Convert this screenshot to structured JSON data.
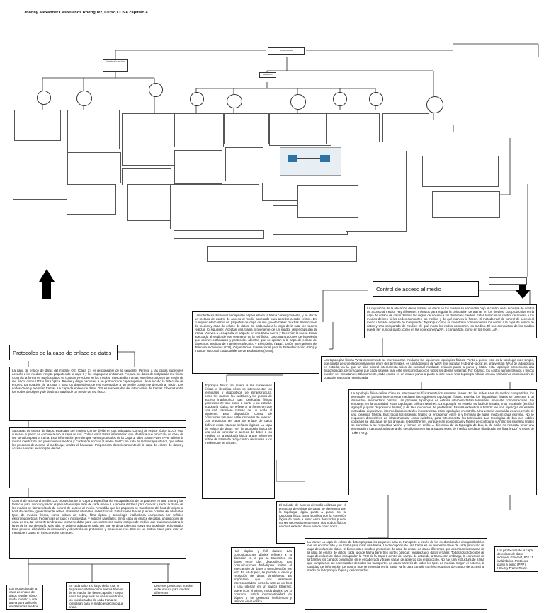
{
  "title": "Jhonny Alexander Castellanos Rodríguez, Curso CCNA capítulo 4",
  "top_map": {
    "root_label": "Acceso a la red",
    "left_node_label": "Protocolos de la capa física",
    "center_node_label": "Medios de red"
  },
  "lower": {
    "protocolos_header": "Protocolos de la capa de enlace de datos",
    "control_header": "Control de acceso al medio",
    "p1": "La capa de enlace de datos del modelo OSI (Capa 2), es responsable de lo siguiente: Permite a las capas superiores acceder a los medios. Acepta paquetes de la capa 3 y los empaqueta en tramas. Prepara los datos de red para la red física. Controla la forma en que los datos se colocan y reciben en los medios. Intercambia tramas entre los nodos en un medio de red físico, como UTP o fibra óptica. Recibe y dirige paquetes a un protocolo de capa superior. Lleva a cabo la detección de errores. La notación de la capa 2 para los dispositivos de red conectados a un medio común se denomina \"nodo\". Los nodos crean y reenvían tramas. La capa de enlace de datos OSI es responsable del intercambio de tramas Ethernet entre los nodos de origen y de destino a través de un medio de red físico.",
    "p2": "Subcapas de enlace de datos: esta capa del modelo OSI se divide en dos subcapas: Control de enlace lógico (LLC): esta subcapa superior se comunica con la capa de red. Coloca en la trama información que identifica qué protocolo de capa de red se utiliza para la trama. Esta información permite que varios protocolos de la Capa 3, tales como IPv4 e IPv6, utilicen la misma interfaz de red y los mismos medios y Control de acceso al medio (MAC): se trata de la Subcapa inferior, que define los procesos de acceso al medio que realiza el hardware. Proporciona direccionamiento de la capa de enlace de datos y acceso a varias tecnologías de red.",
    "p3": "Control de acceso al medio: Los protocolos de la Capa 2 especifican la encapsulación de un paquete en una trama y las técnicas para colocar y sacar el paquete encapsulado de cada medio. La técnica utilizada para colocar y sacar la trama de los medios se llama método de control de acceso al medio. A medida que los paquetes se transfieren del host de origen al host de destino, generalmente deben atravesar diferentes redes físicas. Estas redes físicas pueden constar de diferentes tipos de medios físicos, como cables de cobre, fibra óptica y tecnología inalámbrica compuesta por señales electromagnéticas, frecuencias de radio y microondas, y enlaces satelitales. Sin la capa de enlace de datos, un protocolo de capa de red, tal como IP, tendría que tomar medidas para conectarse con todos los tipos de medios que pudieran existir a lo largo de la ruta de envío. Más aún, IP debería adaptarse cada vez que se desarrolle una nueva tecnología de red o medio. Este proceso dificultaría la innovación y desarrollo de protocolos y medios de red. Este es un motivo clave para usar un método en capas en interconexión de redes.",
    "s1": "Los protocolos de la capa de enlace de datos regulan cómo se da formato a una trama para utilizarla en diferentes medios.",
    "s2": "En cada salto a lo largo de la ruta, un dispositivo intermediario acepta tramas de un medio, las desencapsula y luego envía los paquetes en una nueva trama, los encabezados de cada trama se formatean para el medio específico que cruza.",
    "s3": "Diversos protocolos pueden estar en uso para medios diferentes",
    "c1": "Las interfaces del router encapsulan el paquete en la trama correspondiente, y se utiliza un método de control de acceso al medio adecuado para acceder a cada enlace. En cualquier intercambio de paquetes de capa de red, puede haber muchas transiciones de medios y capa de enlace de datos. En cada salto a lo largo de la ruta, los routers realizan lo siguiente: Aceptan una trama proveniente de un medio, desencapsulan la trama, Vuelven a encapsular el paquete en una trama nueva y Reenvían la nueva trama adecuada al medio de ese segmento de la red física. Las organizaciones de ingeniería que definen estándares y protocolos abiertos que se aplican a la capa de enlace de datos son: Instituto de Ingenieros Eléctrico y Electrónico (IEEE), Unión Internacional de Telecomunicaciones (ITU), Organización Internacional para la Estandarización (ISO) y Instituto Nacional Estadounidense de Estándares (ANSI).",
    "c2": "Topología física: se refiere a las conexiones físicas e identifica cómo se interconectan los terminales y dispositivos de infraestructura, como los routers, los switches y los puntos de acceso inalámbrico. Las topologías físicas generalmente son punto a punto o en estrella. Topología lógica: se refiere a la forma en que una red transfiere tramas de un nodo al siguiente. Esta disposición consta de conexiones virtuales entre los nodos de una red. Los protocolos de capa de enlace de datos definen estas rutas de señales lógicas. La capa de enlace de datos \"ve\" la topología lógica de una red al controlar el acceso de datos a los medios. Es la topología lógica la que influye en el tipo de trama de red y control de acceso a los medios que se utilizan.",
    "c3": "El método de acceso al medio utilizado por el protocolo de enlace de datos se determina por la topología lógica punto a punto, no la topología física. Esto significa que la conexión lógica de punto a punto entre dos nodos puede no ser necesariamente entre dos nodos físicos en cada extremo de un enlace físico único.",
    "c4": "Half duplex y full duplex: Las comunicaciones dúplex refieren a la dirección en la que se transmiten los datos entre dos dispositivos. Las comunicaciones half-dúplex limitan el intercambio de datos a una dirección por vez. En full-dúplex, se permite el envío y recepción de datos simultáneos. Es importante que dos interfaces interconectadas, como la NIC de un host y una interfaz en un switch Ethernet, operen con el mismo modo dúplex. De lo contrario, habrá incompatibilidad de dúplex y se generará ineficiencia y latencia en el enlace.",
    "r1": "La regulación de la ubicación de las tramas de datos en los medios se encuentra bajo el control de la subcapa de control de acceso al medio. Hay diferentes métodos para regular la colocación de tramas en los medios. Los protocolos en la capa de enlace de datos definen las reglas de acceso a los diferentes medios. Estas técnicas de control de acceso a los medios definen si los nodos comparten los medios y de qué manera lo hacen. El método real de control de acceso al medio utilizado depende de lo siguiente: Topología: cómo se muestra la conexión entre los nodos a la capa de enlace de datos y Uso compartido de medios: de qué modo los nodos comparten los medios. El uso compartido de los medios puede ser punto a punto, como en las conexiones WAN, o compartido, como en las redes LAN.",
    "r2": "Las topologías físicas WAN comúnmente se interconectan mediante las siguientes topologías físicas: Punto a punto: esta es la topología más simple, que consta de un enlace permanente entre dos terminales. es una topología de WAN muy popular. Hub-and-spoke: es una versión WAN de la topología en estrella, en la que un sitio central interconecta sitios de sucursal mediante enlaces punto a punto y Malla: esta topología proporciona alta disponibilidad, pero requiere que cada sistema final esté interconectado con todos los demás sistemas. Por lo tanto, los costos administrativos y físicos pueden ser importantes. Básicamente, cada enlace es un enlace punto a punto al otro nodo. Una topología híbrida es una variación o combinación de cualquier topología mencionada.",
    "r3": "La topología física define cómo se interconectan físicamente los sistemas finales. En las redes LAN de medios compartidos, los terminales se pueden interconectar mediante las siguientes topologías físicas: Estrella: los dispositivos finales se conectan a un dispositivo intermediario central. Las primeras topologías en estrella interconectaban terminales mediante concentradores. Sin embargo, en la actualidad estas topologías utilizan switches. La topología en estrella es fácil de instalar, muy escalable (es fácil agregar y quitar dispositivos finales) y de fácil resolución de problemas. Estrella extendida o híbrida: en una topología en estrella extendida, dispositivos intermediarios centrales interconectan otras topologías en estrella. Una estrella extendida es un ejemplo de una topología híbrida. Bus: todos los sistemas finales se encadenan entre sí y terminan de algún modo en cada extremo. No se requieren dispositivos de infraestructura, como switches, para interconectar los terminales. Las topologías de bus con cables coaxiales se utilizaban en las antiguas redes Ethernet, porque eran económicas y fáciles de configurar y Anillo: los sistemas finales se conectan a su respectivo vecino y forman un anillo. A diferencia de la topología de bus, la de anillo no necesita tener una terminación. Las topologías de anillo se utilizaban en las antiguas redes de interfaz de datos distribuida por fibra (FDDI) y redes de Token Ring.",
    "r4": "La trama: La capa de enlace de datos prepara los paquetes para su transporte a través de los medios locales encapsulándolos con un encabezado y un tráiler para crear una trama. La descripción de una trama es un elemento clave de cada protocolo de capa de enlace de datos. Si bien existen muchos protocolos de capa de enlace de datos diferentes que describen las tramas de la capa de enlace de datos, cada tipo de trama tiene tres partes básicas: encabezado, datos y tráiler. Todos los protocolos de capa de enlace de datos encapsulan la PDU de la Capa 3 dentro del campo de datos de la trama. Sin embargo, la estructura de la trama y los campos contenidos en el encabezado y tráiler varían de acuerdo con el protocolo. No hay una estructura de trama que cumpla con las necesidades de todos los transportes de datos a través de todos los tipos de medios. Según el entorno, la cantidad de información de control que se necesita en la trama varía para cumplir con los requisitos de control de acceso al medio de la topología lógica y de los medios.",
    "r5": "Los protocolos de la capa de enlace de datos incluyen: Ethernet, 802.11 inalámbrico, Protocolo punto a punto (PPP), HDLC y Frame Relay."
  }
}
